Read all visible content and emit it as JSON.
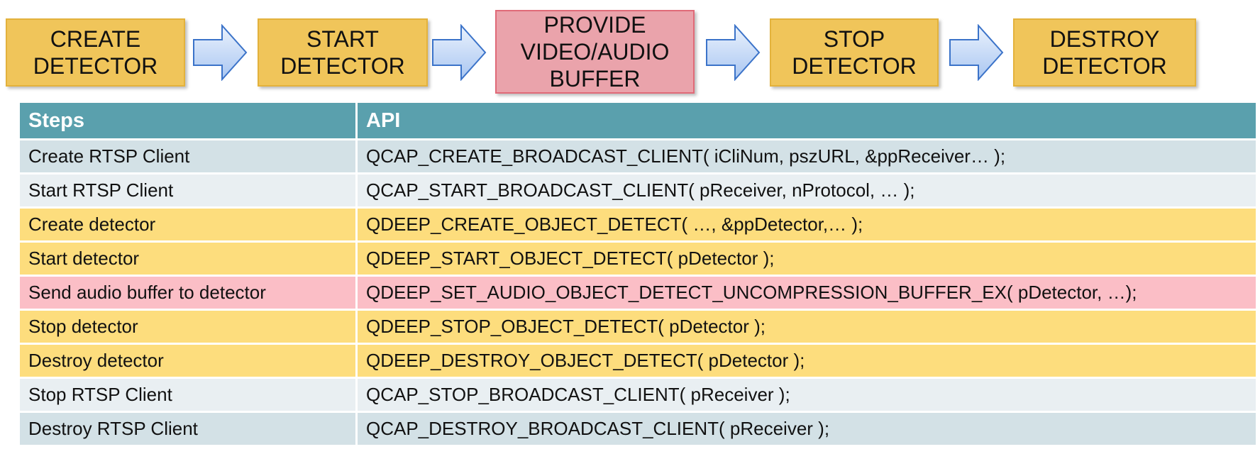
{
  "flow": {
    "steps": [
      {
        "label": "CREATE\nDETECTOR",
        "color": "#f0c55a"
      },
      {
        "label": "START\nDETECTOR",
        "color": "#f0c55a"
      },
      {
        "label": "PROVIDE\nVIDEO/AUDIO\nBUFFER",
        "color": "#eaa3ab"
      },
      {
        "label": "STOP\nDETECTOR",
        "color": "#f0c55a"
      },
      {
        "label": "DESTROY\nDETECTOR",
        "color": "#f0c55a"
      }
    ],
    "arrow_icon": "right-arrow-icon"
  },
  "table": {
    "headers": {
      "steps": "Steps",
      "api": "API"
    },
    "rows": [
      {
        "step": "Create RTSP Client",
        "api": "QCAP_CREATE_BROADCAST_CLIENT( iCliNum, pszURL, &ppReceiver… );"
      },
      {
        "step": "Start RTSP Client",
        "api": "QCAP_START_BROADCAST_CLIENT( pReceiver, nProtocol, … );"
      },
      {
        "step": "Create detector",
        "api": "QDEEP_CREATE_OBJECT_DETECT( …, &ppDetector,… );"
      },
      {
        "step": "Start detector",
        "api": "QDEEP_START_OBJECT_DETECT( pDetector );"
      },
      {
        "step": "Send audio buffer to detector",
        "api": "QDEEP_SET_AUDIO_OBJECT_DETECT_UNCOMPRESSION_BUFFER_EX( pDetector, …);"
      },
      {
        "step": "Stop detector",
        "api": "QDEEP_STOP_OBJECT_DETECT( pDetector );"
      },
      {
        "step": "Destroy detector",
        "api": "QDEEP_DESTROY_OBJECT_DETECT( pDetector );"
      },
      {
        "step": "Stop RTSP Client",
        "api": "QCAP_STOP_BROADCAST_CLIENT( pReceiver );"
      },
      {
        "step": "Destroy RTSP Client",
        "api": "QCAP_DESTROY_BROADCAST_CLIENT( pReceiver );"
      }
    ],
    "colors": {
      "header": "#5aa0ad",
      "rtsp_row_a": "#d3e1e6",
      "rtsp_row_b": "#e9eff2",
      "detector_row": "#fddd7d",
      "buffer_row": "#fbbec6"
    }
  }
}
